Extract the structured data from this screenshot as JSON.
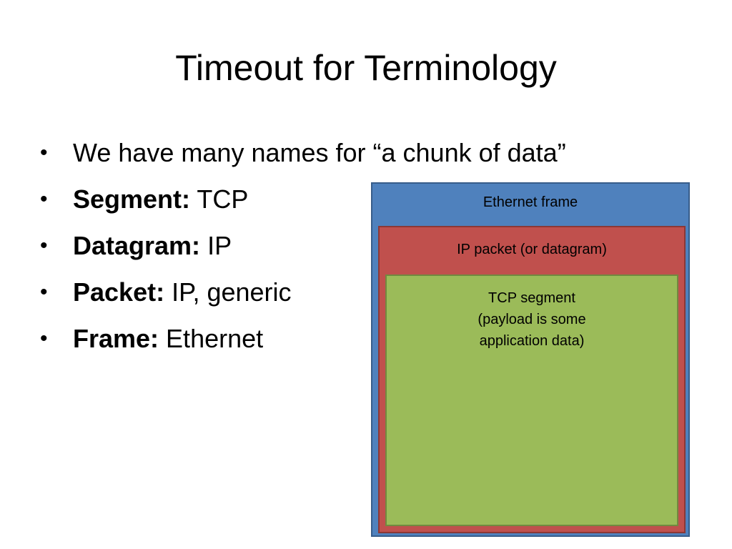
{
  "slide": {
    "title": "Timeout for Terminology",
    "bullets": [
      {
        "symbol": "•",
        "term": "",
        "text": "We have many names for “a chunk of data”"
      },
      {
        "symbol": "•",
        "term": "Segment:",
        "text": " TCP"
      },
      {
        "symbol": "•",
        "term": "Datagram:",
        "text": " IP"
      },
      {
        "symbol": "•",
        "term": "Packet:",
        "text": " IP, generic"
      },
      {
        "symbol": "•",
        "term": "Frame:",
        "text": " Ethernet"
      }
    ]
  },
  "diagram": {
    "ethernet_frame": {
      "label": "Ethernet frame",
      "color": "#4f81bd"
    },
    "ip_packet": {
      "label": "IP packet (or datagram)",
      "color": "#c0504d"
    },
    "tcp_segment": {
      "label": "TCP segment\n(payload is some\napplication data)",
      "color": "#9bbb59"
    }
  }
}
